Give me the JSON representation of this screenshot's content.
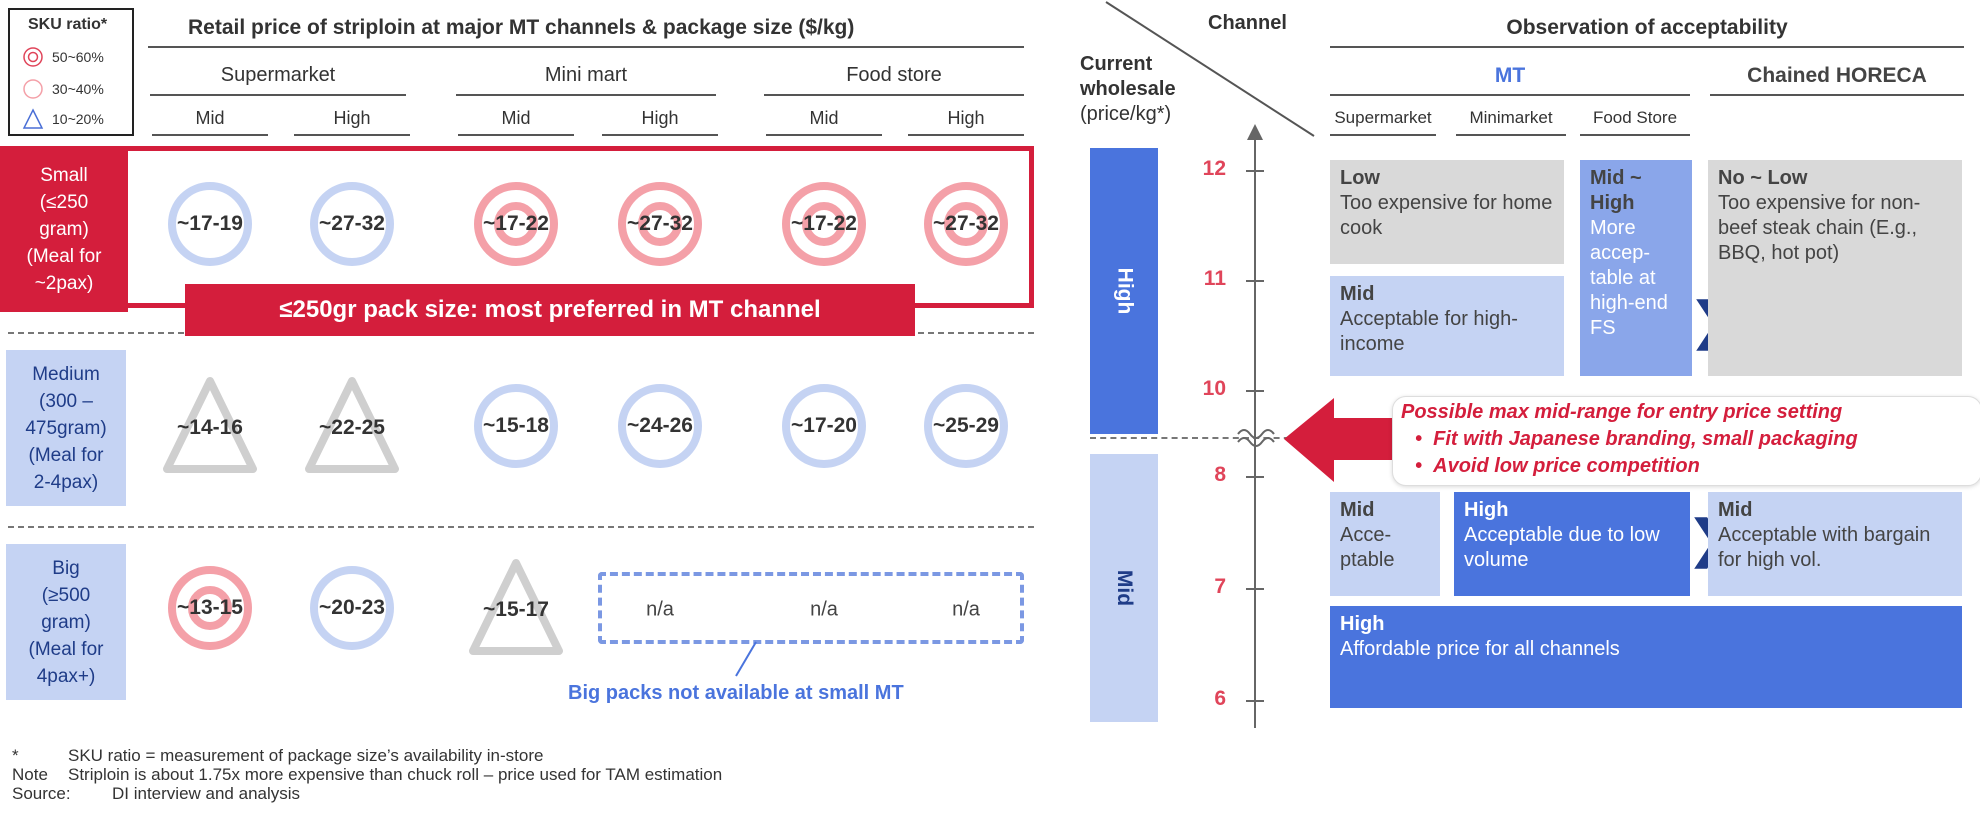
{
  "legend": {
    "title": "SKU ratio*",
    "items": [
      {
        "label": "50~60%",
        "icon": "double-circle-icon",
        "color": "#e0455a"
      },
      {
        "label": "30~40%",
        "icon": "circle-icon",
        "color": "#f4a0a8"
      },
      {
        "label": "10~20%",
        "icon": "triangle-icon",
        "color": "#4a6fd6"
      }
    ]
  },
  "left": {
    "title": "Retail price of striploin at major MT channels & package size ($/kg)",
    "channels": [
      "Supermarket",
      "Mini mart",
      "Food store"
    ],
    "tiers": [
      "Mid",
      "High",
      "Mid",
      "High",
      "Mid",
      "High"
    ],
    "rows": [
      {
        "label_lines": [
          "Small",
          "(≤250",
          "gram)",
          "(Meal for",
          "~2pax)"
        ]
      },
      {
        "label_lines": [
          "Medium",
          "(300 –",
          "475gram)",
          "(Meal for",
          "2-4pax)"
        ]
      },
      {
        "label_lines": [
          "Big",
          "(≥500",
          "gram)",
          "(Meal for",
          "4pax+)"
        ]
      }
    ],
    "small_banner": "≤250gr pack size: most preferred in MT channel",
    "na_label": "n/a",
    "na_note": "Big packs not available at small MT"
  },
  "chart_data": {
    "type": "table",
    "title": "Retail price of striploin at major MT channels & package size ($/kg)",
    "columns": [
      "Supermarket Mid",
      "Supermarket High",
      "Mini mart Mid",
      "Mini mart High",
      "Food store Mid",
      "Food store High"
    ],
    "rows": [
      {
        "size": "Small",
        "cells": [
          {
            "value": "~17-19",
            "sku": "30~40%",
            "color": "blue"
          },
          {
            "value": "~27-32",
            "sku": "30~40%",
            "color": "blue"
          },
          {
            "value": "~17-22",
            "sku": "50~60%",
            "color": "red"
          },
          {
            "value": "~27-32",
            "sku": "50~60%",
            "color": "red"
          },
          {
            "value": "~17-22",
            "sku": "50~60%",
            "color": "red"
          },
          {
            "value": "~27-32",
            "sku": "50~60%",
            "color": "red"
          }
        ]
      },
      {
        "size": "Medium",
        "cells": [
          {
            "value": "~14-16",
            "sku": "10~20%",
            "color": "grey"
          },
          {
            "value": "~22-25",
            "sku": "10~20%",
            "color": "grey"
          },
          {
            "value": "~15-18",
            "sku": "30~40%",
            "color": "blue"
          },
          {
            "value": "~24-26",
            "sku": "30~40%",
            "color": "blue"
          },
          {
            "value": "~17-20",
            "sku": "30~40%",
            "color": "blue"
          },
          {
            "value": "~25-29",
            "sku": "30~40%",
            "color": "blue"
          }
        ]
      },
      {
        "size": "Big",
        "cells": [
          {
            "value": "~13-15",
            "sku": "50~60%",
            "color": "red"
          },
          {
            "value": "~20-23",
            "sku": "30~40%",
            "color": "blue"
          },
          {
            "value": "~15-17",
            "sku": "10~20%",
            "color": "grey"
          },
          {
            "value": "n/a",
            "sku": null,
            "color": null
          },
          {
            "value": "n/a",
            "sku": null,
            "color": null
          },
          {
            "value": "n/a",
            "sku": null,
            "color": null
          }
        ]
      }
    ]
  },
  "axis": {
    "channel_label": "Channel",
    "wholesale_label_lines": [
      "Current",
      "wholesale",
      "(price/kg*)"
    ],
    "ticks": [
      12,
      11,
      10,
      8,
      7,
      6
    ],
    "bands": [
      {
        "label": "High",
        "range": [
          9.6,
          12.2
        ],
        "color": "#4a74dd"
      },
      {
        "label": "Mid",
        "range": [
          5.8,
          8.2
        ],
        "color": "#c5d3f3"
      }
    ]
  },
  "right": {
    "title": "Observation of acceptability",
    "mt_label": "MT",
    "horeca_label": "Chained HORECA",
    "subchannels": [
      "Supermarket",
      "Minimarket",
      "Food Store"
    ],
    "callout": {
      "headline": "Possible max mid-range for entry price setting",
      "bullets": [
        "Fit with Japanese branding, small packaging",
        "Avoid low price competition"
      ]
    },
    "boxes": {
      "low_home": {
        "title": "Low",
        "text": "Too expensive for home cook"
      },
      "mid_income": {
        "title": "Mid",
        "text": "Acceptable for high-income"
      },
      "fs_midhigh": {
        "title": "Mid ~ High",
        "text": "More accep-table at high-end FS"
      },
      "horeca_low": {
        "title": "No ~ Low",
        "text": "Too expensive for non-beef steak chain (E.g., BBQ, hot pot)"
      },
      "sm_mid": {
        "title": "Mid",
        "text": "Acce-ptable"
      },
      "mini_high": {
        "title": "High",
        "text": "Acceptable due to low volume"
      },
      "horeca_mid": {
        "title": "Mid",
        "text": "Acceptable with bargain for high vol."
      },
      "all_high": {
        "title": "High",
        "text": "Affordable price for all channels"
      }
    }
  },
  "footnotes": [
    {
      "mark": "*",
      "text": "SKU ratio = measurement of package size’s availability in-store"
    },
    {
      "mark": "Note",
      "text": "Striploin is about 1.75x more expensive than chuck roll – price used for TAM estimation"
    },
    {
      "mark": "Source:",
      "text": "DI interview and analysis"
    }
  ]
}
